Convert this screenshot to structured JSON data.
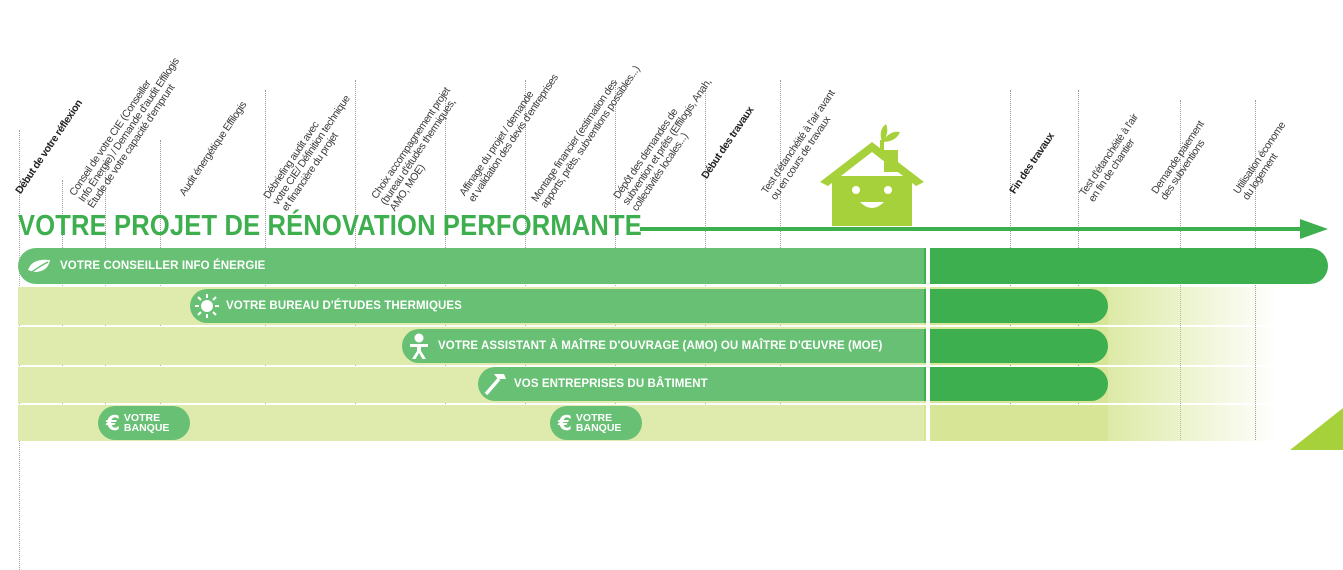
{
  "title": "VOTRE PROJET DE RÉNOVATION PERFORMANTE",
  "steps": {
    "s0": "Début de votre réflexion",
    "s1a": "Conseil de votre CIE (Conseiller",
    "s1b": "Info Énergie) / Demande d'audit Effilogis",
    "s1c": "Étude de votre capacité d'emprunt",
    "s2": "Audit énergétique Effilogis",
    "s3a": "Débriefing audit avec",
    "s3b": "votre CIE/ Définition technique",
    "s3c": "et financière du projet",
    "s4a": "Choix accompagnement projet",
    "s4b": "(bureau d'études thermiques,",
    "s4c": "AMO, MOE)",
    "s5a": "Affinage du projet / demande",
    "s5b": "et validation des devis d'entreprises",
    "s6a": "Montage financier (estimation des",
    "s6b": "apports, prêts, subventions possibles...)",
    "s7a": "Dépôt des demandes de",
    "s7b": "subvention et prêts (Effilogis, Anah,",
    "s7c": "collectivités locales...)",
    "s8": "Début des travaux",
    "s9a": "Test d'étanchéité à l'air avant",
    "s9b": "ou en cours de travaux",
    "s10": "Fin des travaux",
    "s11a": "Test d'étanchéité à l'air",
    "s11b": "en fin de chantier",
    "s12a": "Demande paiement",
    "s12b": "des subventions",
    "s13a": "Utilisation économe",
    "s13b": "du logement"
  },
  "actors": {
    "a1": "VOTRE CONSEILLER INFO ÉNERGIE",
    "a2": "VOTRE BUREAU D'ÉTUDES THERMIQUES",
    "a3": "VOTRE ASSISTANT À MAÎTRE D'OUVRAGE (AMO) OU MAÎTRE D'ŒUVRE (MOE)",
    "a4": "VOS ENTREPRISES DU BÂTIMENT"
  },
  "bank": {
    "line1": "VOTRE",
    "line2": "BANQUE"
  },
  "colors": {
    "green": "#3daf4e",
    "light_green": "#6cc070",
    "pale": "#d6e696",
    "lime": "#a6d13a"
  },
  "icons": [
    "leaf-icon",
    "sun-icon",
    "person-icon",
    "hammer-icon",
    "euro-icon",
    "house-icon",
    "arrow-icon"
  ]
}
